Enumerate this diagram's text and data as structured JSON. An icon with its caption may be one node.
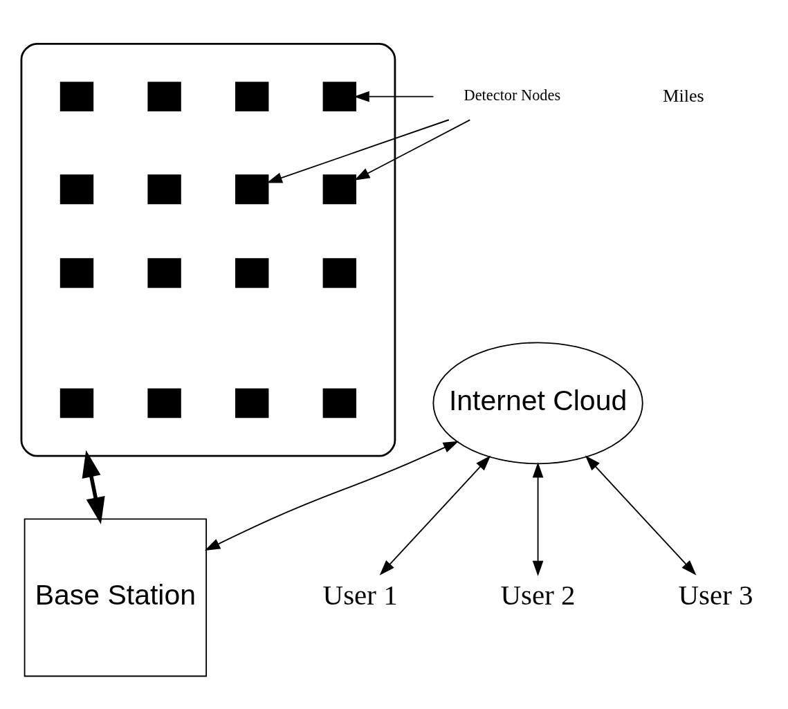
{
  "diagram": {
    "nodes": [
      {
        "text": [],
        "shape": "box"
      },
      {
        "text": [],
        "shape": "box",
        "in": 0
      },
      {
        "text": [],
        "shape": "box",
        "in": 0
      },
      {
        "text": [],
        "shape": "box",
        "in": 0
      },
      {
        "text": [],
        "shape": "box",
        "in": 0
      },
      {
        "text": [],
        "shape": "box",
        "in": 0
      },
      {
        "text": [],
        "shape": "box",
        "in": 0
      },
      {
        "text": [],
        "shape": "box",
        "in": 0
      },
      {
        "text": [],
        "shape": "box",
        "in": 0
      },
      {
        "text": [],
        "shape": "box",
        "in": 0
      },
      {
        "text": [],
        "shape": "box",
        "in": 0
      },
      {
        "text": [],
        "shape": "box",
        "in": 0
      },
      {
        "text": [],
        "shape": "box",
        "in": 0
      },
      {
        "text": [],
        "shape": "box",
        "in": 0
      },
      {
        "text": [],
        "shape": "box",
        "in": 0
      },
      {
        "text": [],
        "shape": "box",
        "in": 0
      },
      {
        "text": [],
        "shape": "box",
        "in": 0
      },
      {
        "text": [
          "Detector Nodes"
        ]
      },
      {
        "text": [
          "Internet Cloud"
        ]
      },
      {
        "text": [
          "Base Station"
        ]
      },
      {
        "text": [
          "User 1"
        ]
      },
      {
        "text": [
          "User 2"
        ]
      },
      {
        "text": [
          "User 3"
        ]
      }
    ],
    "edges": [
      {
        "from": 17,
        "to": 1,
        "arrow": "to"
      },
      {
        "from": 17,
        "to": 5,
        "arrow": "to"
      },
      {
        "from": 17,
        "to": 6,
        "arrow": "to"
      },
      {
        "from": 0,
        "to": 19,
        "arrow": "both",
        "style": "thick"
      },
      {
        "from": 18,
        "to": 19,
        "arrow": "both"
      },
      {
        "from": 18,
        "to": 20,
        "arrow": "both"
      },
      {
        "from": 18,
        "to": 21,
        "arrow": "both"
      },
      {
        "from": 18,
        "to": 22,
        "arrow": "both"
      }
    ],
    "labels": [
      "Miles"
    ]
  }
}
